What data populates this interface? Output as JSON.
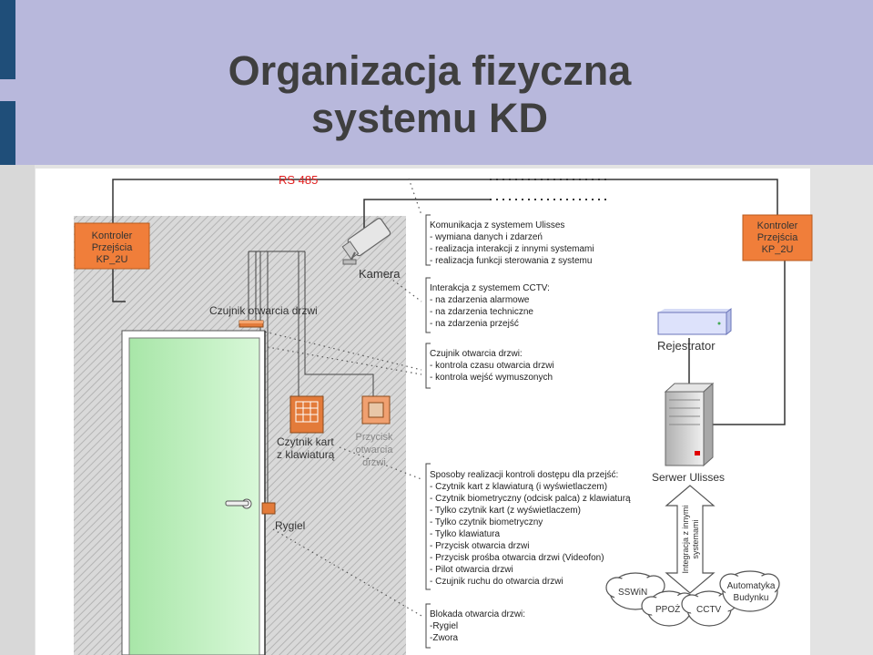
{
  "slide": {
    "title_line1": "Organizacja fizyczna",
    "title_line2": "systemu KD"
  },
  "diagram": {
    "bus_label": "RS 485",
    "controller_left": [
      "Kontroler",
      "Przejścia",
      "KP_2U"
    ],
    "controller_right": [
      "Kontroler",
      "Przejścia",
      "KP_2U"
    ],
    "camera_label": "Kamera",
    "door_sensor_label": "Czujnik otwarcia drzwi",
    "card_reader_label": [
      "Czytnik kart",
      "z klawiaturą"
    ],
    "exit_button_label": [
      "Przycisk",
      "otwarcia",
      "drzwi"
    ],
    "bolt_label": "Rygiel",
    "recorder_label": "Rejestrator",
    "server_label": "Serwer Ulisses",
    "integration_label": [
      "Integracja z innymi",
      "systemami"
    ],
    "clouds": [
      "SSWiN",
      "PPOŻ",
      "CCTV",
      "Automatyka",
      "Budynku"
    ],
    "box_ulisses": [
      "Komunikacja z systemem Ulisses",
      "- wymiana danych i zdarzeń",
      "- realizacja interakcji z innymi systemami",
      "- realizacja funkcji sterowania z systemu"
    ],
    "box_cctv": [
      "Interakcja z systemem CCTV:",
      "- na zdarzenia alarmowe",
      "- na zdarzenia techniczne",
      "- na zdarzenia przejść"
    ],
    "box_sensor": [
      "Czujnik otwarcia drzwi:",
      "- kontrola czasu otwarcia drzwi",
      "- kontrola wejść wymuszonych"
    ],
    "box_methods": [
      "Sposoby realizacji kontroli dostępu dla przejść:",
      "- Czytnik kart z klawiaturą (i wyświetlaczem)",
      "- Czytnik biometryczny (odcisk palca) z klawiaturą",
      "- Tylko czytnik kart (z wyświetlaczem)",
      "- Tylko czytnik biometryczny",
      "- Tylko klawiatura",
      "- Przycisk otwarcia drzwi",
      "- Przycisk prośba otwarcia drzwi (Videofon)",
      "- Pilot otwarcia drzwi",
      "- Czujnik ruchu do otwarcia drzwi"
    ],
    "box_lock": [
      "Blokada otwarcia drzwi:",
      "-Rygiel",
      "-Zwora"
    ]
  }
}
